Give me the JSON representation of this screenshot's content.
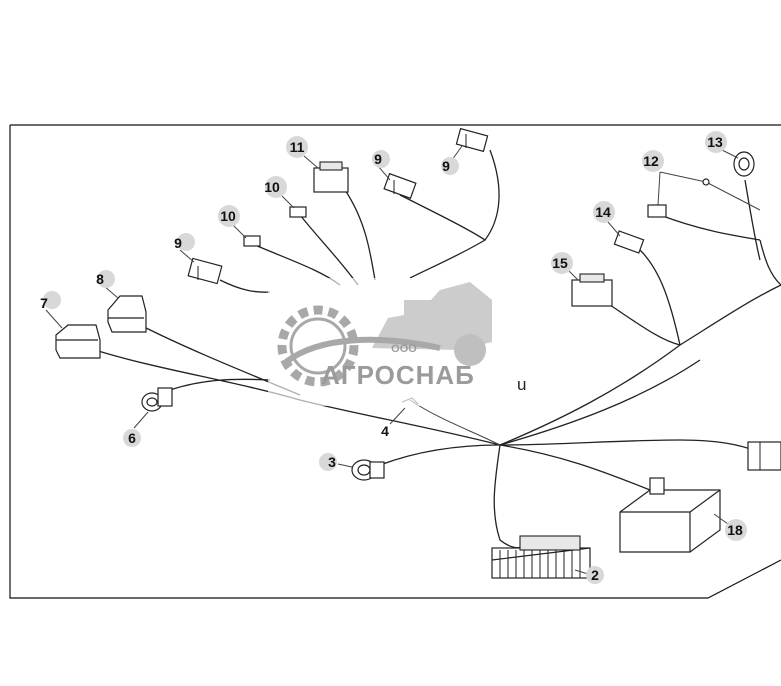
{
  "diagram": {
    "callouts": {
      "c2": "2",
      "c3": "3",
      "c4": "4",
      "c6": "6",
      "c7": "7",
      "c8": "8",
      "c9a": "9",
      "c9b": "9",
      "c9c": "9",
      "c10a": "10",
      "c10b": "10",
      "c11": "11",
      "c12": "12",
      "c13": "13",
      "c14": "14",
      "c15": "15",
      "c18": "18"
    },
    "stray_label": "u"
  },
  "watermark": {
    "prefix": "ООО",
    "name": "АГРОСНАБ"
  },
  "colors": {
    "line": "#222222",
    "bubble": "#d8d8d8",
    "watermark": "#8a8a8a"
  }
}
